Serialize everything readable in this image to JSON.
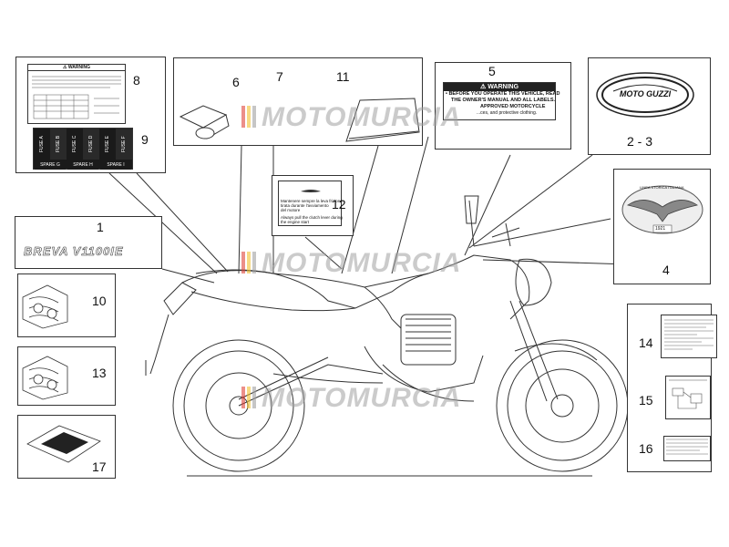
{
  "diagram": {
    "callouts": {
      "c1": "1",
      "c2_3": "2 - 3",
      "c4": "4",
      "c5": "5",
      "c6": "6",
      "c7": "7",
      "c8": "8",
      "c9": "9",
      "c10": "10",
      "c11": "11",
      "c12": "12",
      "c13": "13",
      "c14": "14",
      "c15": "15",
      "c16": "16",
      "c17": "17"
    },
    "decal_breva": "BREVA V1100IE",
    "decal_moto_guzzi": "MOTO GUZZI",
    "eagle_text": "LINEA STORICA ITALIANA",
    "eagle_year": "1921",
    "warning_title": "⚠ WARNING",
    "warning5_lines": [
      "• BEFORE YOU OPERATE THIS VEHICLE, READ",
      "THE OWNER'S MANUAL AND ALL LABELS.",
      "APPROVED MOTORCYCLE",
      "...ces, and protective clothing."
    ],
    "clutch_label_it": [
      "Mantenere sempre la leva frizione",
      "tirata durante l'avviamento",
      "del motore"
    ],
    "clutch_label_en": [
      "Always pull the clutch lever during",
      "the engine start"
    ],
    "fuses_top": [
      "FUSE A",
      "FUSE B",
      "FUSE C",
      "FUSE D",
      "FUSE E",
      "FUSE F"
    ],
    "spares": [
      "SPARE G",
      "SPARE H",
      "SPARE I"
    ],
    "watermark": "MOTOMURCIA",
    "colors": {
      "line": "#333333",
      "wm_red": "#e0443a",
      "wm_yellow": "#f2c230",
      "wm_gray": "#a0a0a0"
    }
  }
}
